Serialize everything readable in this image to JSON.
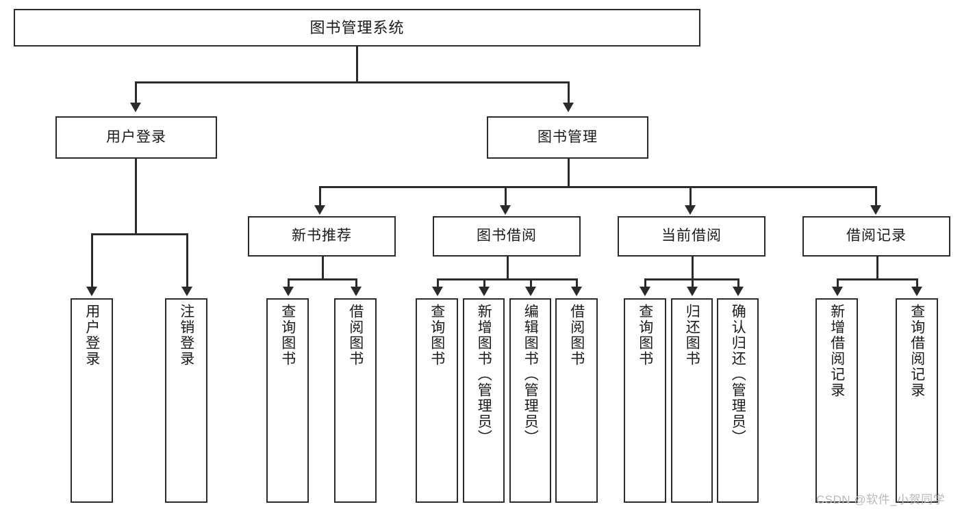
{
  "diagram": {
    "title": "图书管理系统",
    "type": "functional-structure-tree",
    "stroke_color": "#2b2b2b",
    "background_color": "#ffffff",
    "watermark": "CSDN @软件_小贺同学"
  },
  "nodes": {
    "root": {
      "label": "图书管理系统"
    },
    "level2": [
      {
        "id": "user-login",
        "label": "用户登录"
      },
      {
        "id": "book-manage",
        "label": "图书管理"
      }
    ],
    "level3": [
      {
        "id": "new-book-recommend",
        "label": "新书推荐"
      },
      {
        "id": "book-borrow",
        "label": "图书借阅"
      },
      {
        "id": "current-borrow",
        "label": "当前借阅"
      },
      {
        "id": "borrow-record",
        "label": "借阅记录"
      }
    ],
    "leaves": {
      "user_login": [
        {
          "id": "leaf-user-login",
          "label": "用户登录"
        },
        {
          "id": "leaf-logout-login",
          "label": "注销登录"
        }
      ],
      "new_book_recommend": [
        {
          "id": "leaf-query-book-1",
          "label": "查询图书"
        },
        {
          "id": "leaf-borrow-book-1",
          "label": "借阅图书"
        }
      ],
      "book_borrow": [
        {
          "id": "leaf-query-book-2",
          "label": "查询图书"
        },
        {
          "id": "leaf-add-book",
          "label": "新增图书（管理员）"
        },
        {
          "id": "leaf-edit-book",
          "label": "编辑图书（管理员）"
        },
        {
          "id": "leaf-borrow-book-2",
          "label": "借阅图书"
        }
      ],
      "current_borrow": [
        {
          "id": "leaf-query-book-3",
          "label": "查询图书"
        },
        {
          "id": "leaf-return-book",
          "label": "归还图书"
        },
        {
          "id": "leaf-confirm-return",
          "label": "确认归还（管理员）"
        }
      ],
      "borrow_record": [
        {
          "id": "leaf-add-record",
          "label": "新增借阅记录"
        },
        {
          "id": "leaf-query-record",
          "label": "查询借阅记录"
        }
      ]
    }
  }
}
